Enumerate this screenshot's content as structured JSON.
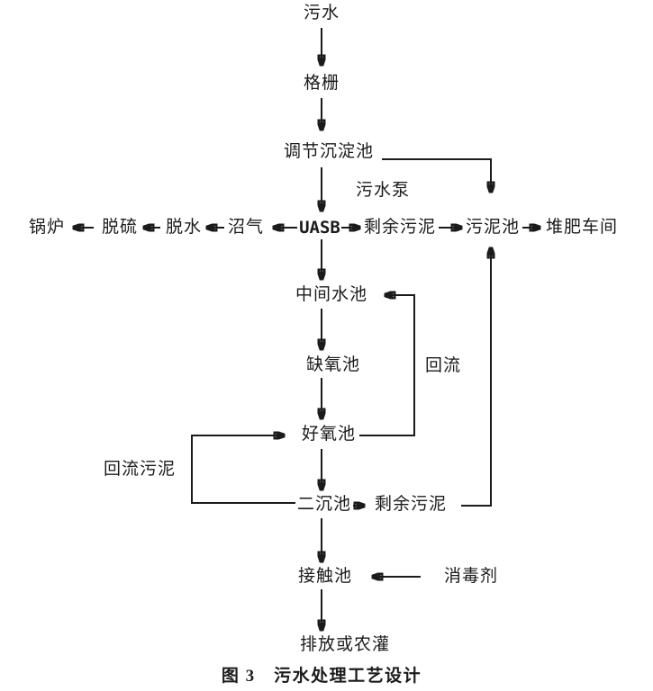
{
  "figure": {
    "caption": "图 3　污水处理工艺设计"
  },
  "nodes": {
    "wastewater": "污水",
    "bar_screen": "格栅",
    "regulating_sedimentation_tank": "调节沉淀池",
    "sewage_pump": "污水泵",
    "boiler": "锅炉",
    "desulfurization": "脱硫",
    "dewatering": "脱水",
    "biogas": "沼气",
    "uasb": "UASB",
    "excess_sludge_1": "剩余污泥",
    "sludge_tank": "污泥池",
    "composting_workshop": "堆肥车间",
    "intermediate_water_tank": "中间水池",
    "anoxic_tank": "缺氧池",
    "reflux": "回流",
    "aerobic_tank": "好氧池",
    "return_sludge": "回流污泥",
    "secondary_sedimentation_tank": "二沉池",
    "excess_sludge_2": "剩余污泥",
    "contact_tank": "接触池",
    "disinfectant": "消毒剂",
    "discharge_or_irrigation": "排放或农灌"
  },
  "colors": {
    "line": "#1b1b1b",
    "text": "#1b1b1b",
    "background": "#ffffff"
  }
}
